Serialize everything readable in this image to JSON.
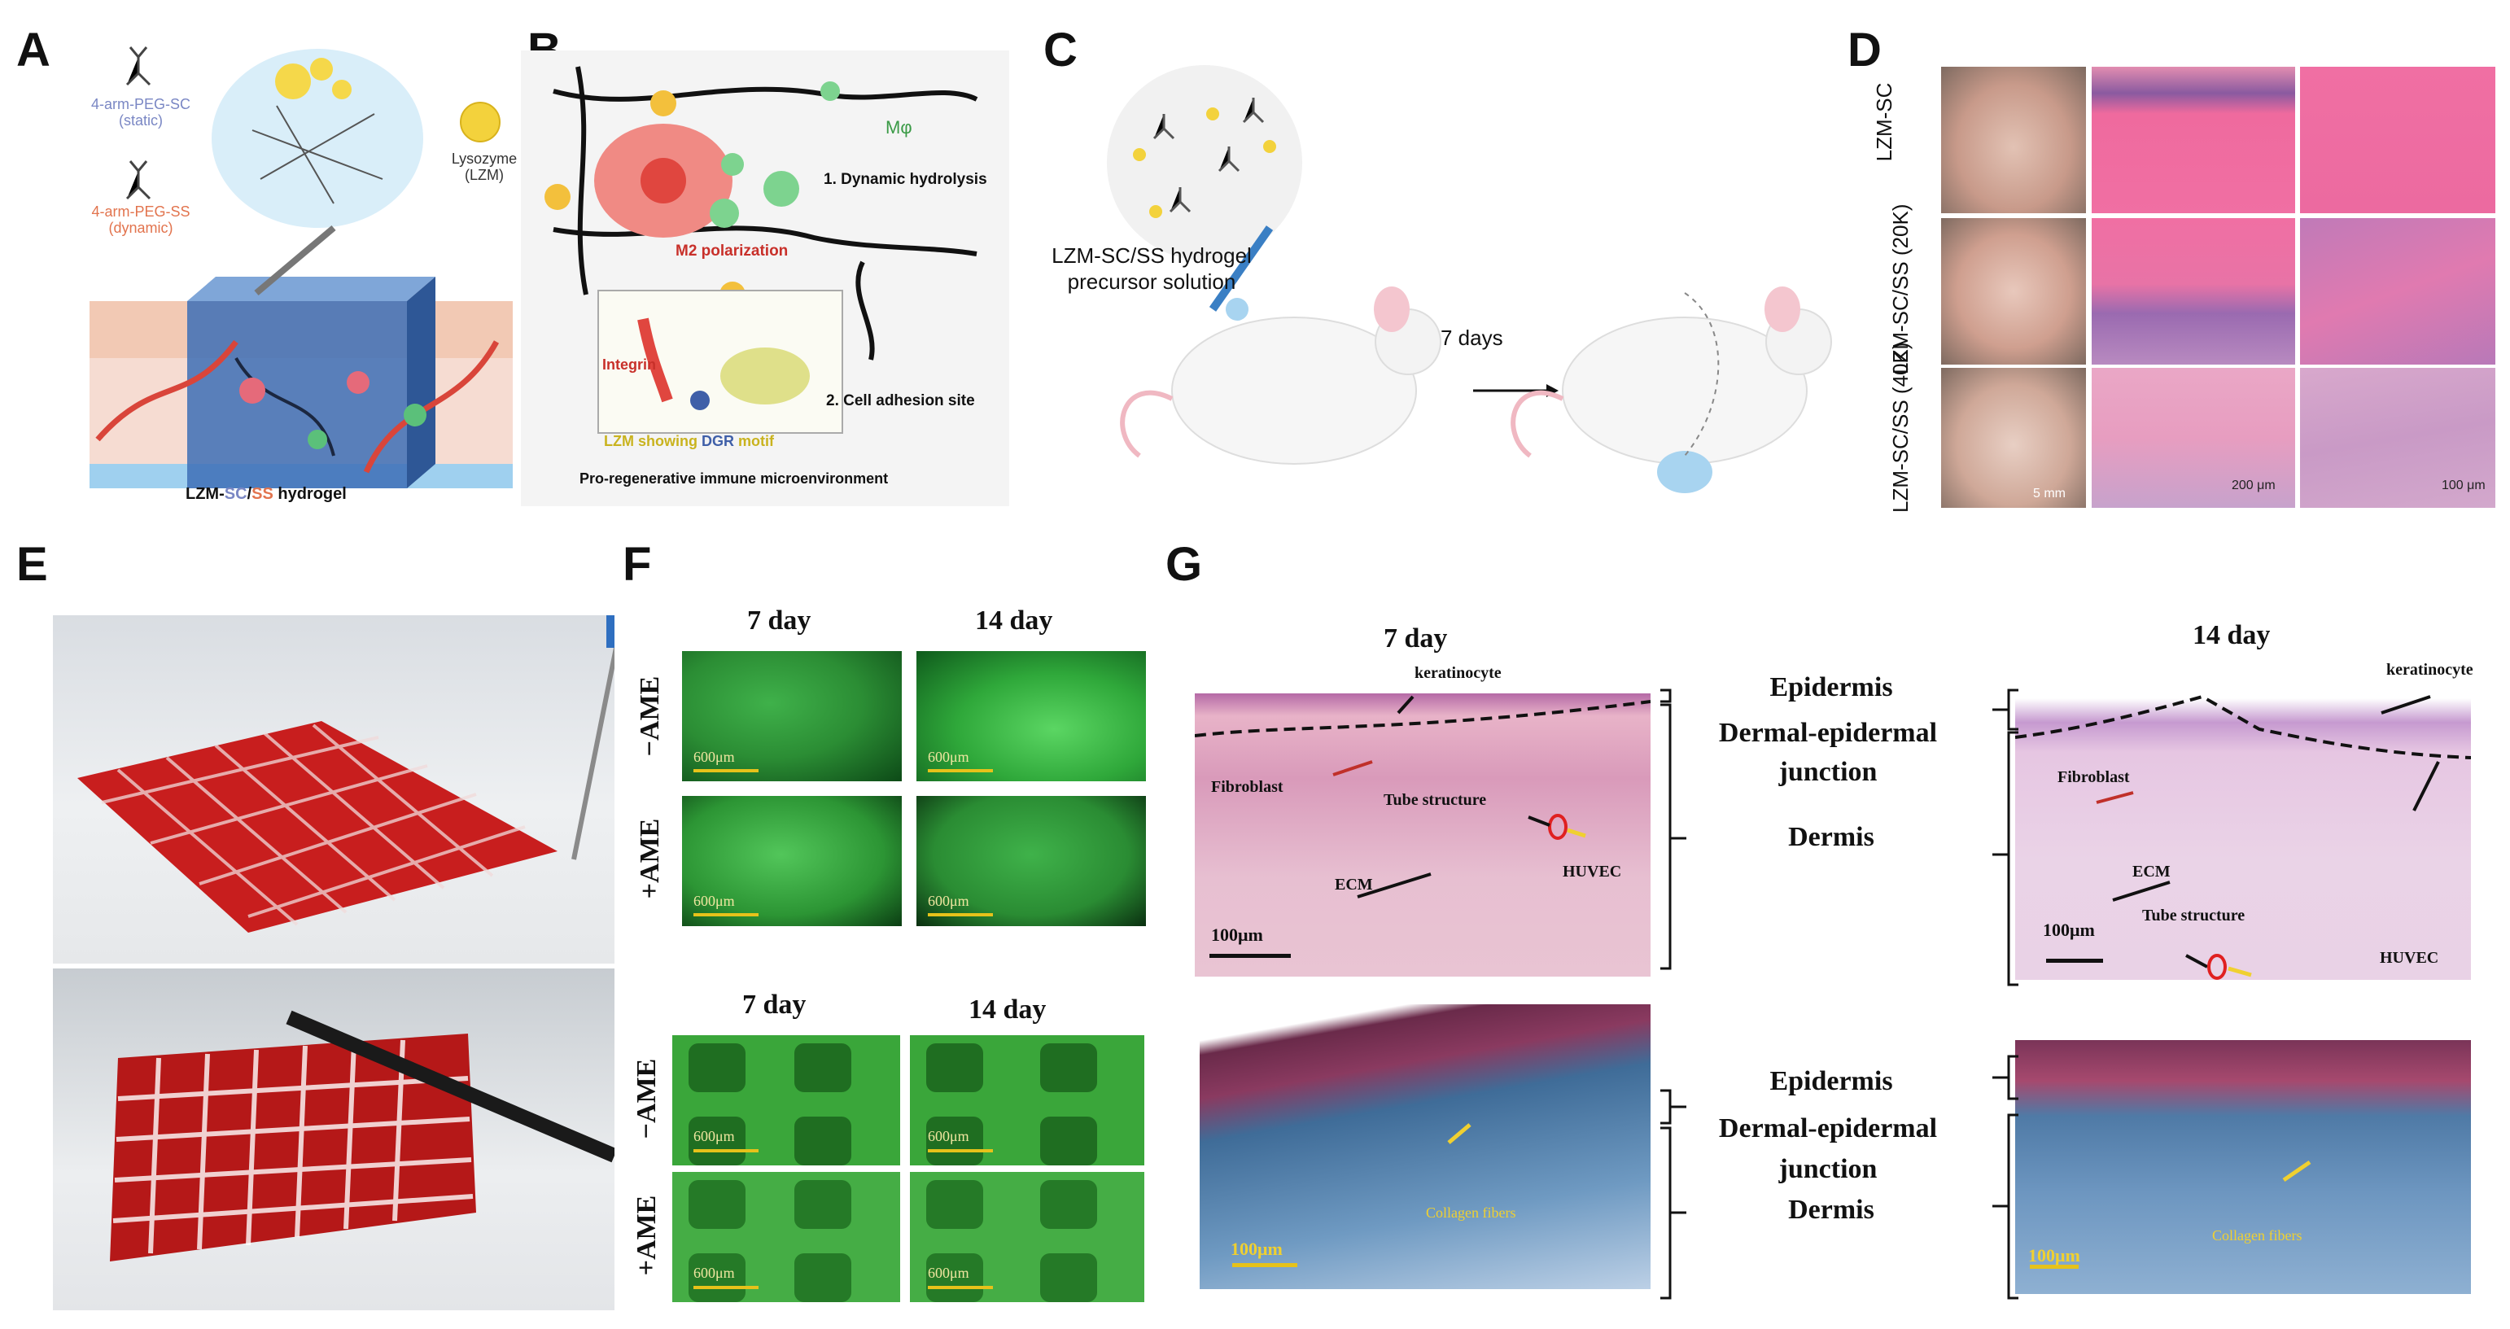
{
  "panels": {
    "A": {
      "label": "A",
      "peg_sc": [
        "4-arm-PEG-SC",
        "(static)"
      ],
      "peg_ss": [
        "4-arm-PEG-SS",
        "(dynamic)"
      ],
      "lysozyme": [
        "Lysozyme",
        "(LZM)"
      ],
      "hydrogel_prefix": "LZM-",
      "hydrogel_sc": "SC",
      "hydrogel_slash": "/",
      "hydrogel_ss": "SS",
      "hydrogel_suffix": " hydrogel"
    },
    "B": {
      "label": "B",
      "macrophage": "Mφ",
      "dynamic_hydrolysis": "1. Dynamic hydrolysis",
      "m2": "M2 polarization",
      "integrin": "Integrin",
      "cell_adhesion": "2. Cell adhesion site",
      "lzm_showing": "LZM showing ",
      "dgr": "DGR",
      "motif": " motif",
      "caption": "Pro-regenerative immune microenvironment"
    },
    "C": {
      "label": "C",
      "precursor_1": "LZM-SC/SS hydrogel",
      "precursor_2": "precursor solution",
      "days": "7 days"
    },
    "D": {
      "label": "D",
      "rows": [
        "LZM-SC",
        "LZM-SC/SS (20K)",
        "LZM-SC/SS (40K)"
      ],
      "scale_a": "5 mm",
      "scale_b": "200 μm",
      "scale_c": "100 μm"
    },
    "E": {
      "label": "E"
    },
    "F": {
      "label": "F",
      "col_7": "7 day",
      "col_14": "14 day",
      "minus": "−AME",
      "plus": "+AME",
      "scale": "600μm"
    },
    "G": {
      "label": "G",
      "day7": "7 day",
      "day14": "14 day",
      "keratinocyte": "keratinocyte",
      "fibroblast": "Fibroblast",
      "tube": "Tube structure",
      "huvec": "HUVEC",
      "ecm": "ECM",
      "scale": "100μm",
      "collagen": "Collagen fibers",
      "epidermis": "Epidermis",
      "dej_1": "Dermal-epidermal",
      "dej_2": "junction",
      "dermis": "Dermis"
    }
  },
  "colors": {
    "he_pink": "#d98aa8",
    "masson_blue": "#5a86b4",
    "fluor_green": "#2f9a2f",
    "hydrogel_red": "#c81e1e",
    "scale_yellow": "#e6c21a"
  }
}
